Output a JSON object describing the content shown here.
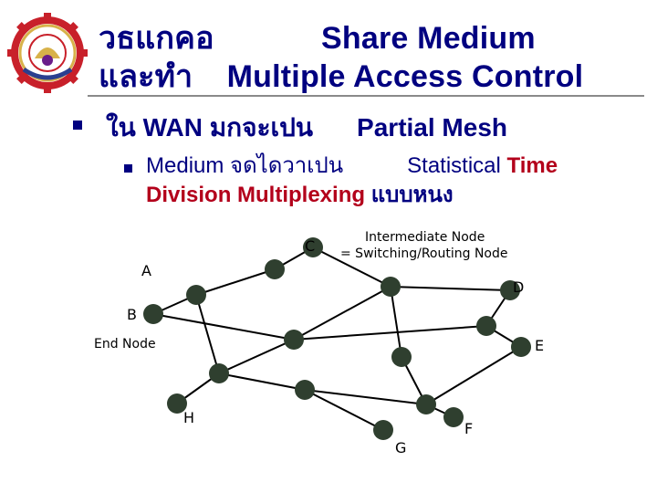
{
  "slide": {
    "title_line1_thai": "วธแกคอ",
    "title_line1_en": "Share Medium",
    "title_line2_thai": "และทำ",
    "title_line2_en": "Multiple Access Control",
    "bullet1_thai": "ใน WAN มกจะเปน",
    "bullet1_en": "Partial Mesh",
    "bullet2_part1": "Medium จดไดวาเปน",
    "bullet2_en": "Statistical",
    "bullet2_red": "Time",
    "bullet2_line2_bold": "Division Multiplexing",
    "bullet2_line2_thai": "แบบหนง"
  },
  "colors": {
    "title": "#000080",
    "accent_red": "#b3001b",
    "node_fill": "#2f3f2f",
    "logo_red": "#c8202a",
    "logo_gold": "#d8b24a"
  },
  "diagram": {
    "intermediate_label_line1": "Intermediate Node",
    "intermediate_label_line2": "= Switching/Routing Node",
    "end_node_label": "End Node",
    "nodes": [
      {
        "id": "A",
        "label": "A"
      },
      {
        "id": "B",
        "label": "B"
      },
      {
        "id": "C",
        "label": "C"
      },
      {
        "id": "D",
        "label": "D"
      },
      {
        "id": "E",
        "label": "E"
      },
      {
        "id": "F",
        "label": "F"
      },
      {
        "id": "G",
        "label": "G"
      },
      {
        "id": "H",
        "label": "H"
      },
      {
        "id": "n1",
        "label": ""
      },
      {
        "id": "n2",
        "label": ""
      },
      {
        "id": "n3",
        "label": ""
      },
      {
        "id": "n4",
        "label": ""
      },
      {
        "id": "n5",
        "label": ""
      },
      {
        "id": "n6",
        "label": ""
      },
      {
        "id": "n7",
        "label": ""
      }
    ]
  }
}
